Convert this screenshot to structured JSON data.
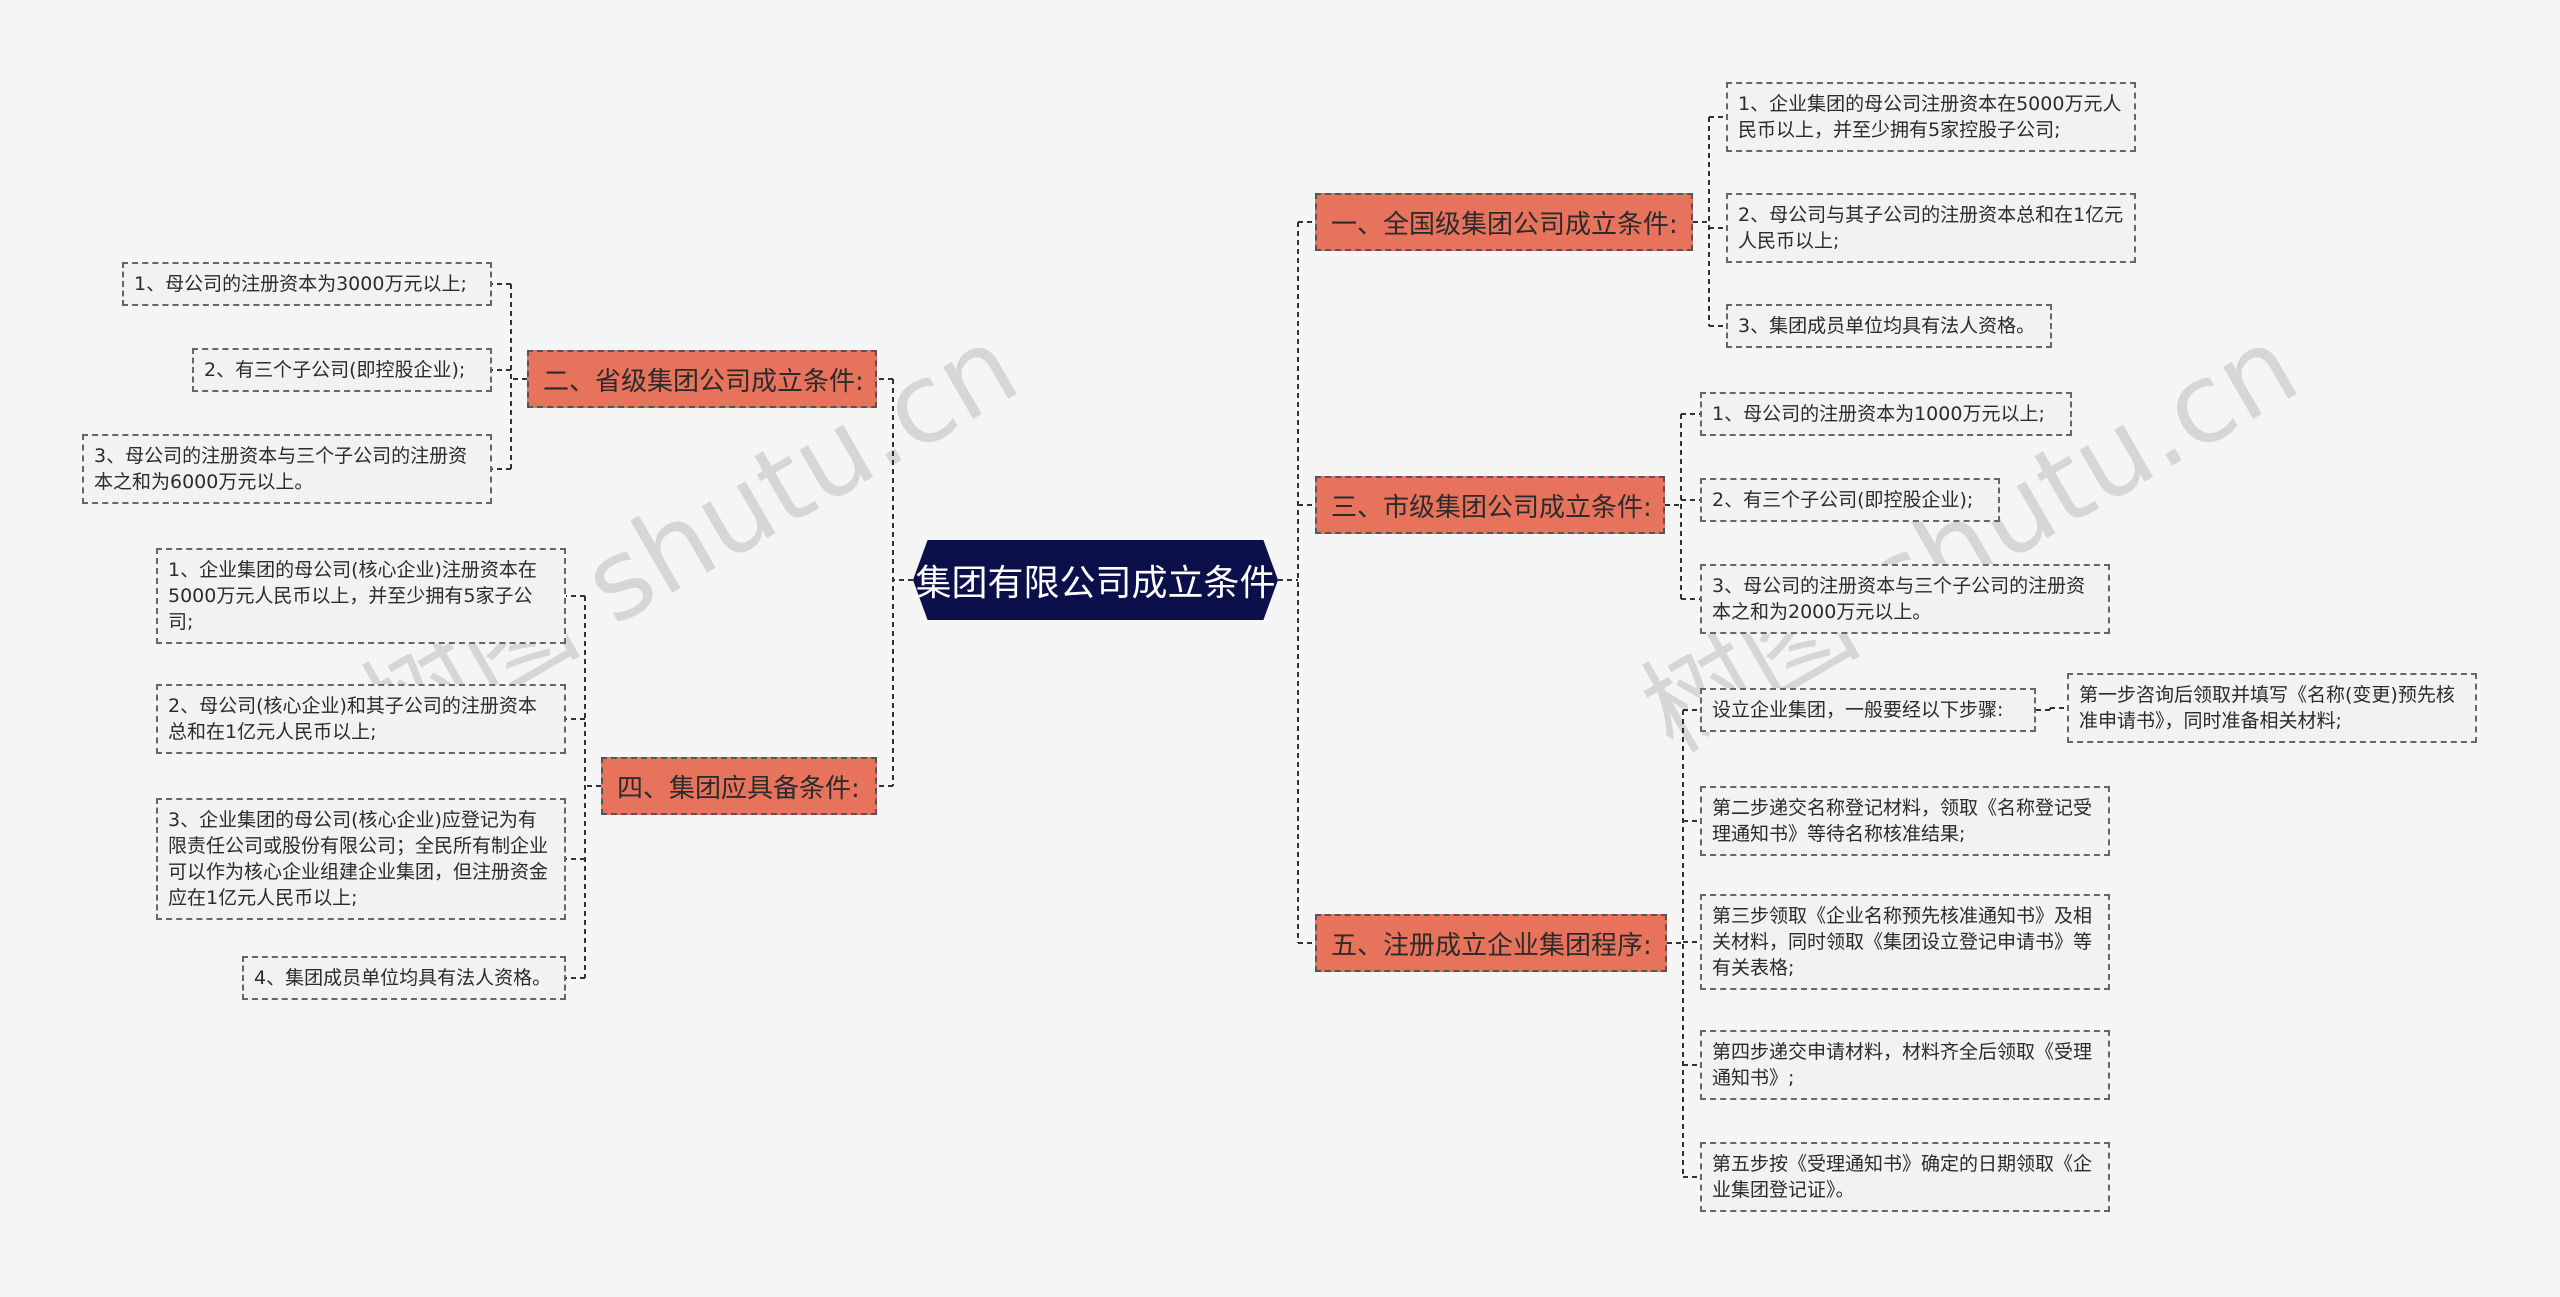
{
  "watermarks": [
    "树图 shutu.cn",
    "树图 shutu.cn"
  ],
  "root": "集团有限公司成立条件",
  "categories": {
    "c1": "一、全国级集团公司成立条件:",
    "c2": "二、省级集团公司成立条件:",
    "c3": "三、市级集团公司成立条件:",
    "c4": "四、集团应具备条件:",
    "c5": "五、注册成立企业集团程序:"
  },
  "leaves": {
    "c1": [
      "1、企业集团的母公司注册资本在5000万元人民币以上，并至少拥有5家控股子公司;",
      "2、母公司与其子公司的注册资本总和在1亿元人民币以上;",
      "3、集团成员单位均具有法人资格。"
    ],
    "c2": [
      "1、母公司的注册资本为3000万元以上;",
      "2、有三个子公司(即控股企业);",
      "3、母公司的注册资本与三个子公司的注册资本之和为6000万元以上。"
    ],
    "c3": [
      "1、母公司的注册资本为1000万元以上;",
      "2、有三个子公司(即控股企业);",
      "3、母公司的注册资本与三个子公司的注册资本之和为2000万元以上。"
    ],
    "c4": [
      "1、企业集团的母公司(核心企业)注册资本在5000万元人民币以上，并至少拥有5家子公司;",
      "2、母公司(核心企业)和其子公司的注册资本总和在1亿元人民币以上;",
      "3、企业集团的母公司(核心企业)应登记为有限责任公司或股份有限公司；全民所有制企业可以作为核心企业组建企业集团，但注册资金应在1亿元人民币以上;",
      "4、集团成员单位均具有法人资格。"
    ],
    "c5": [
      "设立企业集团，一般要经以下步骤:",
      "第二步递交名称登记材料，领取《名称登记受理通知书》等待名称核准结果;",
      "第三步领取《企业名称预先核准通知书》及相关材料，同时领取《集团设立登记申请书》等有关表格;",
      "第四步递交申请材料，材料齐全后领取《受理通知书》;",
      "第五步按《受理通知书》确定的日期领取《企业集团登记证》。"
    ],
    "c5_sub": "第一步咨询后领取并填写《名称(变更)预先核准申请书》，同时准备相关材料;"
  }
}
